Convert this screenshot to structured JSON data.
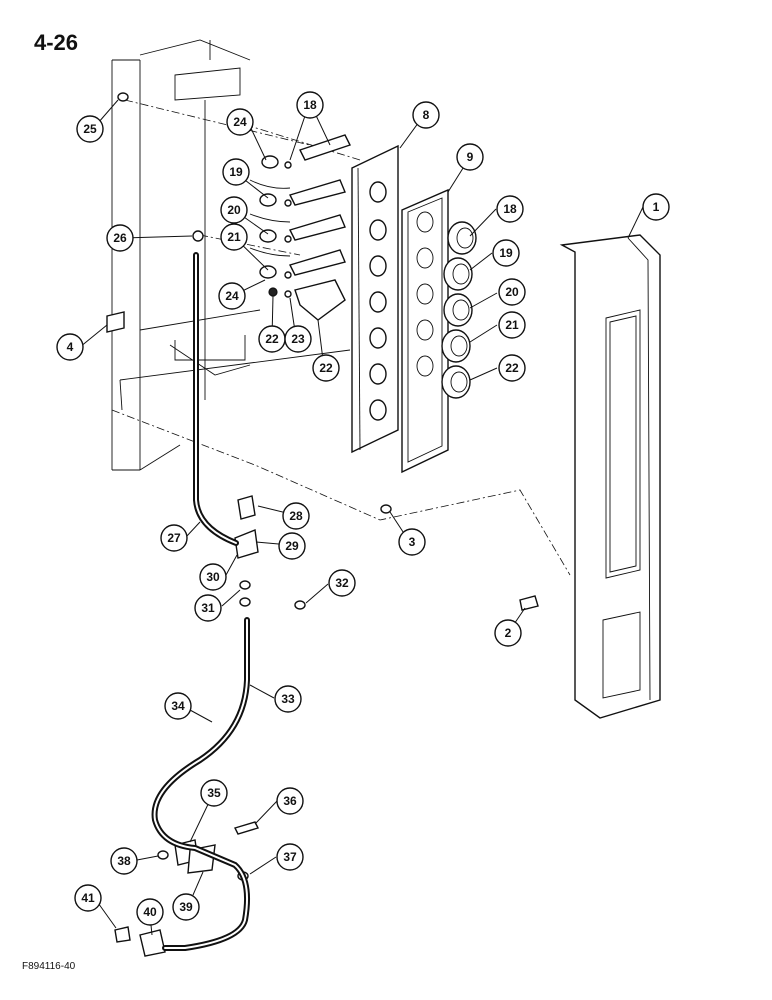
{
  "page": {
    "number": "4-26",
    "figure_id": "F894116-40"
  },
  "callouts": [
    {
      "label": "1"
    },
    {
      "label": "2"
    },
    {
      "label": "3"
    },
    {
      "label": "4"
    },
    {
      "label": "8"
    },
    {
      "label": "9"
    },
    {
      "label": "18"
    },
    {
      "label": "18"
    },
    {
      "label": "19"
    },
    {
      "label": "19"
    },
    {
      "label": "20"
    },
    {
      "label": "20"
    },
    {
      "label": "21"
    },
    {
      "label": "21"
    },
    {
      "label": "22"
    },
    {
      "label": "22"
    },
    {
      "label": "22"
    },
    {
      "label": "23"
    },
    {
      "label": "24"
    },
    {
      "label": "24"
    },
    {
      "label": "25"
    },
    {
      "label": "26"
    },
    {
      "label": "27"
    },
    {
      "label": "28"
    },
    {
      "label": "29"
    },
    {
      "label": "30"
    },
    {
      "label": "31"
    },
    {
      "label": "32"
    },
    {
      "label": "33"
    },
    {
      "label": "34"
    },
    {
      "label": "35"
    },
    {
      "label": "36"
    },
    {
      "label": "37"
    },
    {
      "label": "38"
    },
    {
      "label": "39"
    },
    {
      "label": "40"
    },
    {
      "label": "41"
    }
  ]
}
